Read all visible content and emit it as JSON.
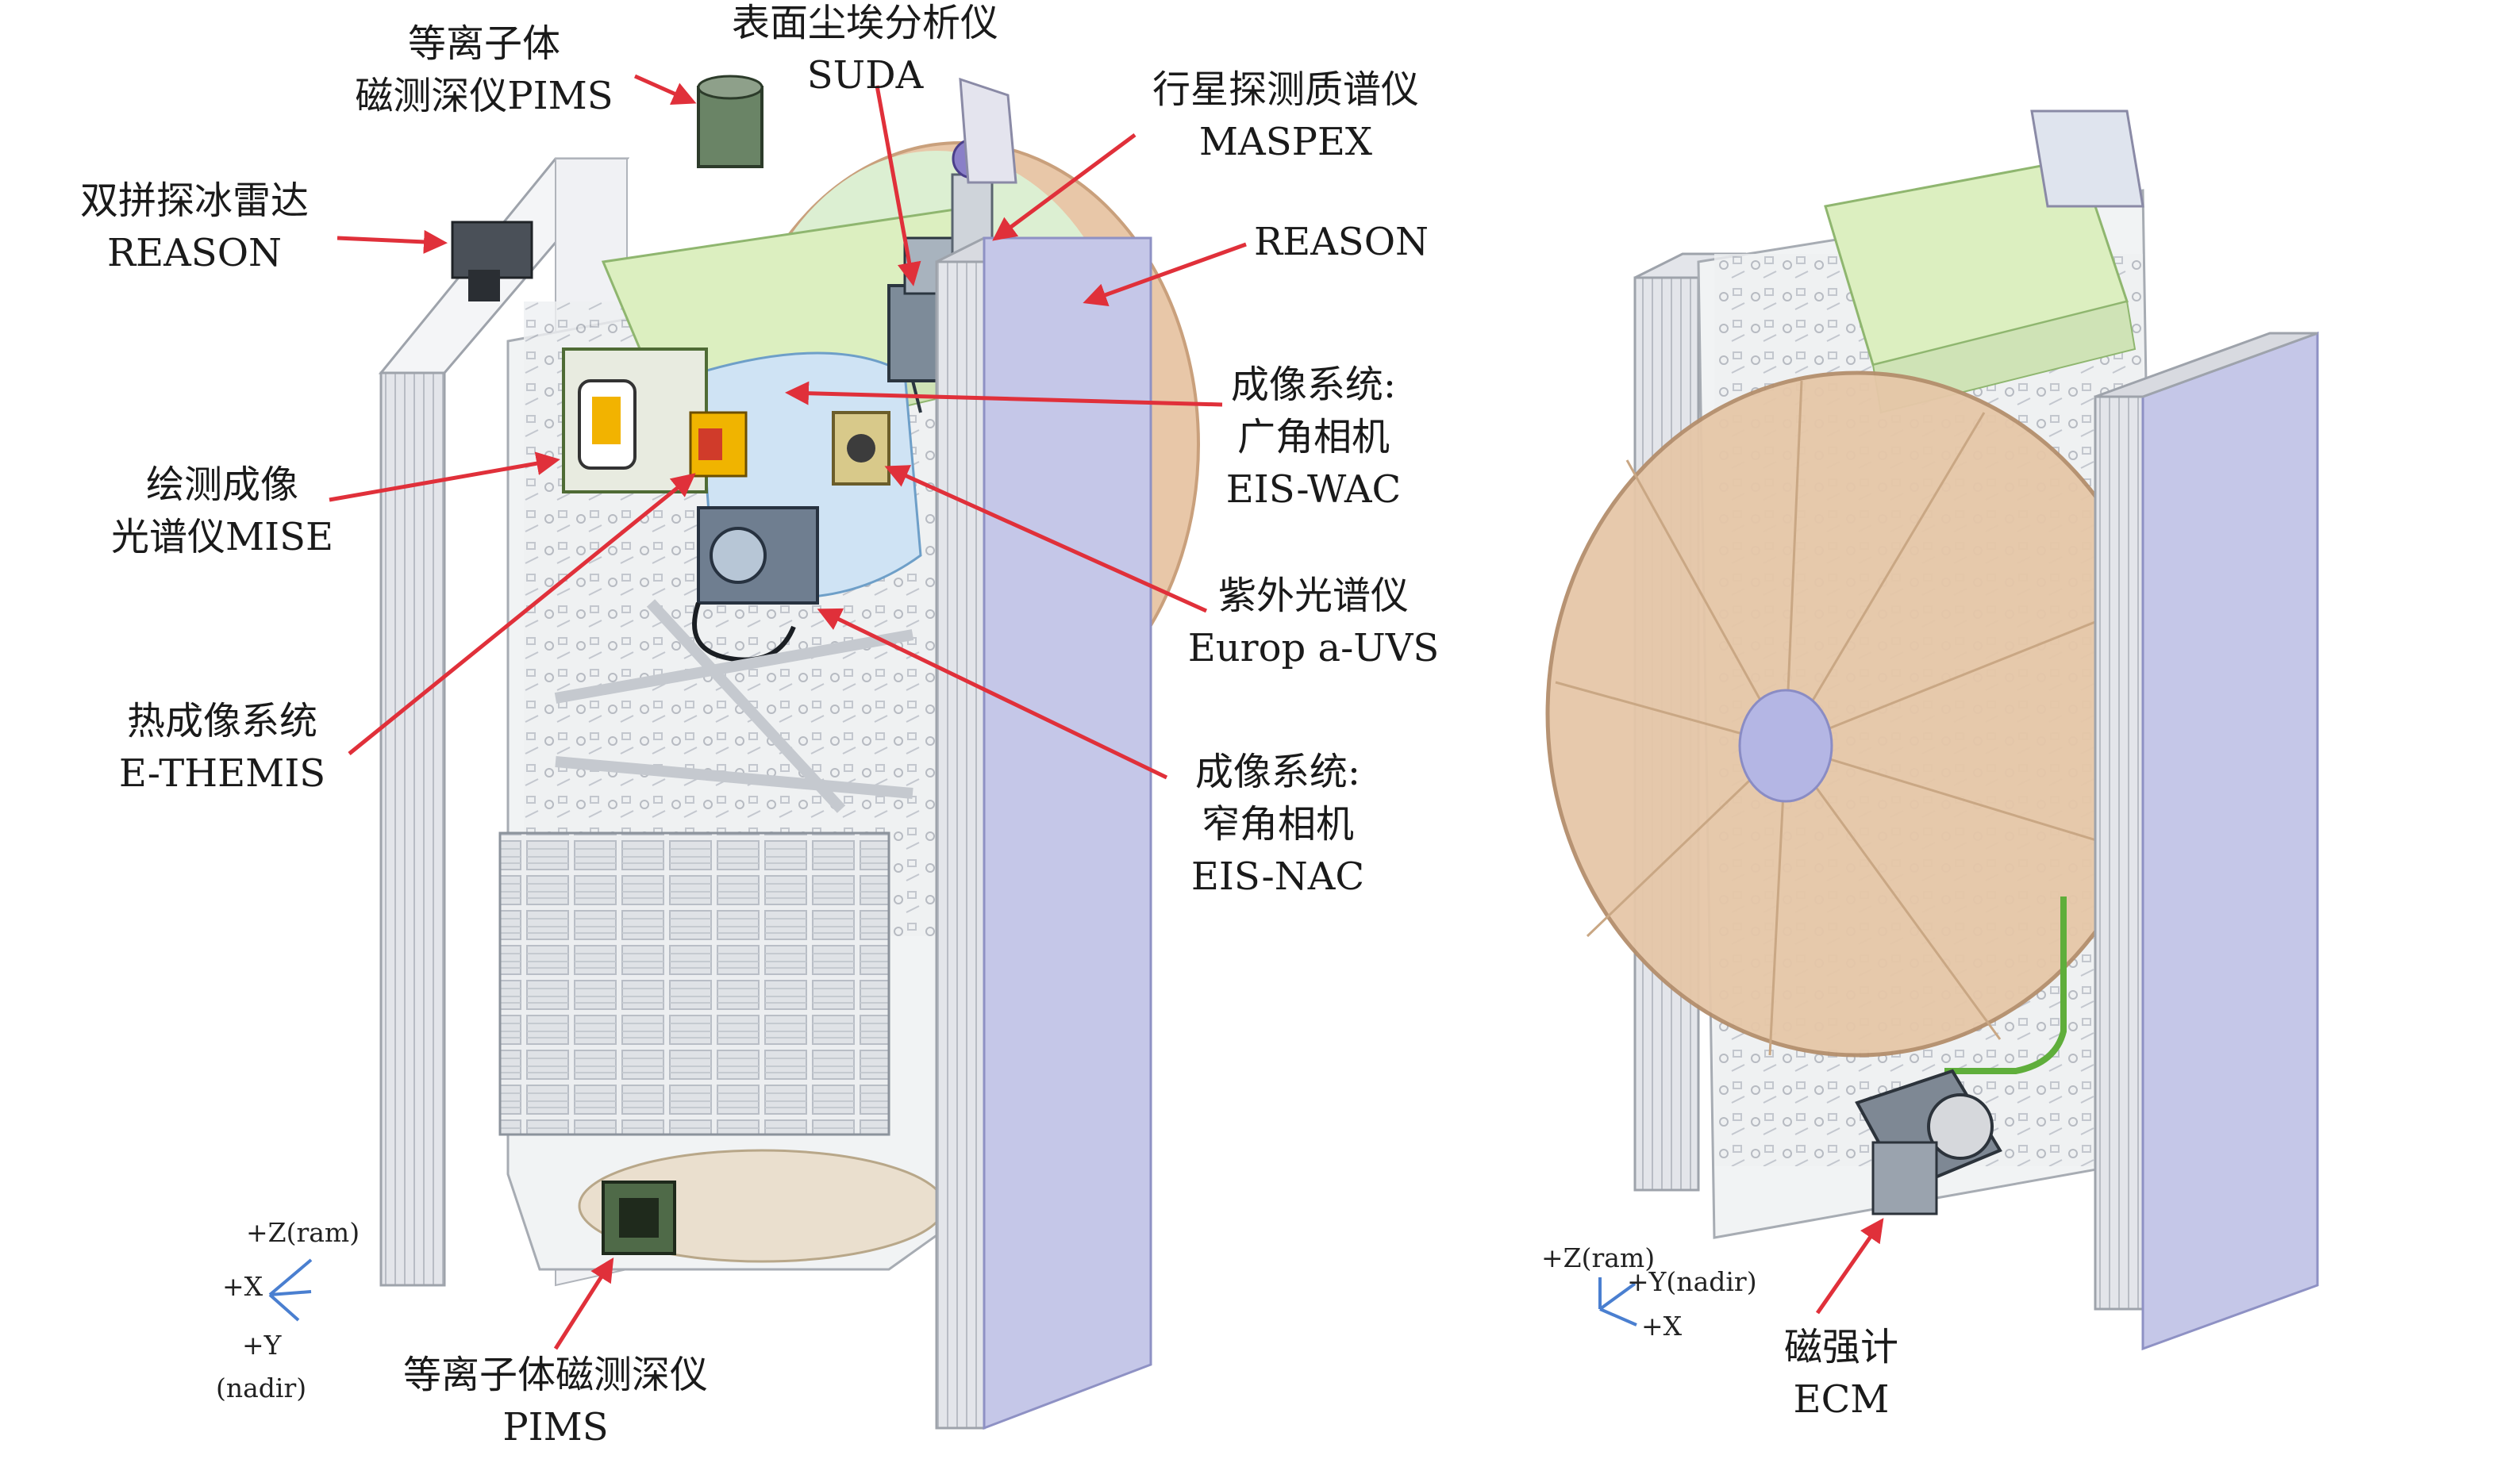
{
  "left_view": {
    "labels": {
      "pims_top": [
        "等离子体",
        "磁测深仪PIMS"
      ],
      "suda": [
        "表面尘埃分析仪",
        "SUDA"
      ],
      "maspex": [
        "行星探测质谱仪",
        "MASPEX"
      ],
      "reason_left": [
        "双拼探冰雷达",
        "REASON"
      ],
      "reason_right": [
        "REASON"
      ],
      "eis_wac": [
        "成像系统:",
        "广角相机",
        "EIS-WAC"
      ],
      "mise": [
        "绘测成像",
        "光谱仪MISE"
      ],
      "uvs": [
        "紫外光谱仪",
        "Europ a-UVS"
      ],
      "ethemis": [
        "热成像系统",
        "E-THEMIS"
      ],
      "eis_nac": [
        "成像系统:",
        "窄角相机",
        "EIS-NAC"
      ],
      "pims_bottom": [
        "等离子体磁测深仪",
        "PIMS"
      ]
    },
    "axes": {
      "z": "+Z(ram)",
      "x": "+X",
      "y": "+Y",
      "y_note": "(nadir)"
    }
  },
  "right_view": {
    "labels": {
      "ecm": [
        "磁强计",
        "ECM"
      ]
    },
    "axes": {
      "z": "+Z(ram)",
      "y": "+Y(nadir)",
      "x": "+X"
    }
  },
  "colors": {
    "arrow": "#e0303a",
    "solar_panel": "#c5c7e8",
    "panel_edge": "#d9dbe0",
    "antenna": "#e3c2a4",
    "antenna_hub": "#b4b6e4",
    "body": "#eef2f2",
    "green_deck": "#d8efc8",
    "axis_blue": "#4a7fd0"
  }
}
